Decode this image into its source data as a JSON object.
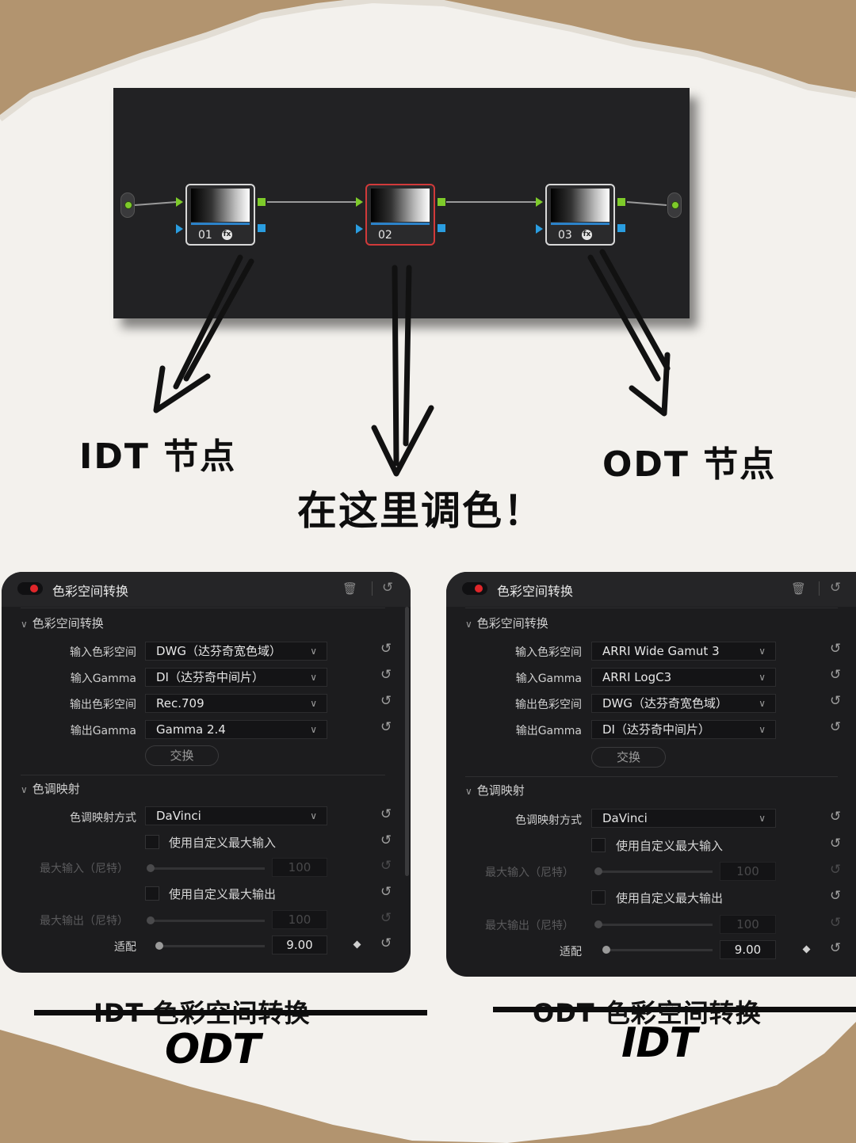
{
  "graph": {
    "nodes": [
      {
        "number": "01",
        "fx": "fx"
      },
      {
        "number": "02",
        "fx": ""
      },
      {
        "number": "03",
        "fx": "fx"
      }
    ]
  },
  "labels": {
    "idt_node": "IDT 节点",
    "odt_node": "ODT 节点",
    "grade_here": "在这里调色！"
  },
  "panels": [
    {
      "title": "色彩空间转换",
      "section1": "色彩空间转换",
      "rows": [
        {
          "label": "输入色彩空间",
          "value": "DWG（达芬奇宽色域）"
        },
        {
          "label": "输入Gamma",
          "value": "DI（达芬奇中间片）"
        },
        {
          "label": "输出色彩空间",
          "value": "Rec.709"
        },
        {
          "label": "输出Gamma",
          "value": "Gamma 2.4"
        }
      ],
      "swap_button": "交换",
      "section2": "色调映射",
      "tone_label": "色调映射方式",
      "tone_value": "DaVinci",
      "custom_max_input": "使用自定义最大输入",
      "max_input_label": "最大输入（尼特）",
      "max_input_value": "100",
      "custom_max_output": "使用自定义最大输出",
      "max_output_label": "最大输出（尼特）",
      "max_output_value": "100",
      "adapt_label": "适配",
      "adapt_value": "9.00"
    },
    {
      "title": "色彩空间转换",
      "section1": "色彩空间转换",
      "rows": [
        {
          "label": "输入色彩空间",
          "value": "ARRI Wide Gamut 3"
        },
        {
          "label": "输入Gamma",
          "value": "ARRI LogC3"
        },
        {
          "label": "输出色彩空间",
          "value": "DWG（达芬奇宽色域）"
        },
        {
          "label": "输出Gamma",
          "value": "DI（达芬奇中间片）"
        }
      ],
      "swap_button": "交换",
      "section2": "色调映射",
      "tone_label": "色调映射方式",
      "tone_value": "DaVinci",
      "custom_max_input": "使用自定义最大输入",
      "max_input_label": "最大输入（尼特）",
      "max_input_value": "100",
      "custom_max_output": "使用自定义最大输出",
      "max_output_label": "最大输出（尼特）",
      "max_output_value": "100",
      "adapt_label": "适配",
      "adapt_value": "9.00"
    }
  ],
  "captions": {
    "left_struck": "IDT 色彩空间转换",
    "left_fix": "ODT",
    "right_struck": "ODT 色彩空间转换",
    "right_fix": "IDT"
  },
  "icons": {
    "trash": "trash-icon",
    "reset": "reset-icon",
    "chevron": "chevron-down-icon",
    "keyframe": "keyframe-diamond-icon"
  },
  "colors": {
    "panel_bg": "#1c1c1e",
    "accent_red": "#e0262a",
    "port_green": "#7ecb2a",
    "port_blue": "#2a9de0"
  }
}
